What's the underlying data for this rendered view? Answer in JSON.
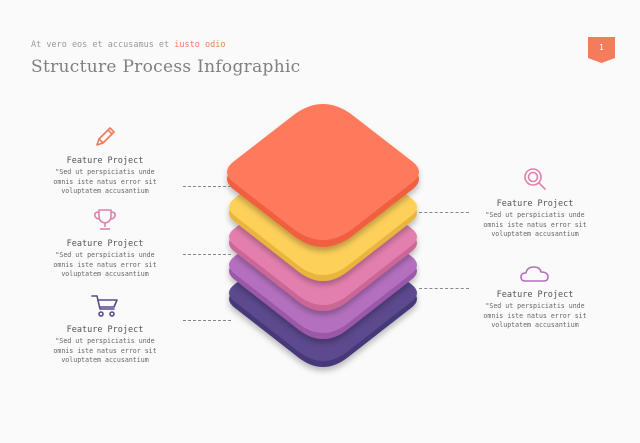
{
  "header": {
    "subtitle_prefix": "At vero eos et accusamus et ",
    "subtitle_accent": "iusto odio",
    "title": "Structure Process Infographic",
    "page_number": "1"
  },
  "colors": {
    "accent": "#f47c5c",
    "layer_top": "#ff7a5c",
    "layer_yellow": "#fdd05a",
    "layer_pink": "#e37fae",
    "layer_purple": "#b46fbf",
    "layer_bottom": "#5b4a8e"
  },
  "features": [
    {
      "title": "Feature Project",
      "desc": [
        "\"Sed ut perspiciatis unde",
        "omnis iste natus error sit",
        "voluptatem accusantium"
      ],
      "icon": "pencil-icon"
    },
    {
      "title": "Feature Project",
      "desc": [
        "\"Sed ut perspiciatis unde",
        "omnis iste natus error sit",
        "voluptatem accusantium"
      ],
      "icon": "trophy-icon"
    },
    {
      "title": "Feature Project",
      "desc": [
        "\"Sed ut perspiciatis unde",
        "omnis iste natus error sit",
        "voluptatem accusantium"
      ],
      "icon": "cart-icon"
    },
    {
      "title": "Feature Project",
      "desc": [
        "\"Sed ut perspiciatis unde",
        "omnis iste natus error sit",
        "voluptatem accusantium"
      ],
      "icon": "search-icon"
    },
    {
      "title": "Feature Project",
      "desc": [
        "\"Sed ut perspiciatis unde",
        "omnis iste natus error sit",
        "voluptatem accusantium"
      ],
      "icon": "cloud-icon"
    }
  ]
}
